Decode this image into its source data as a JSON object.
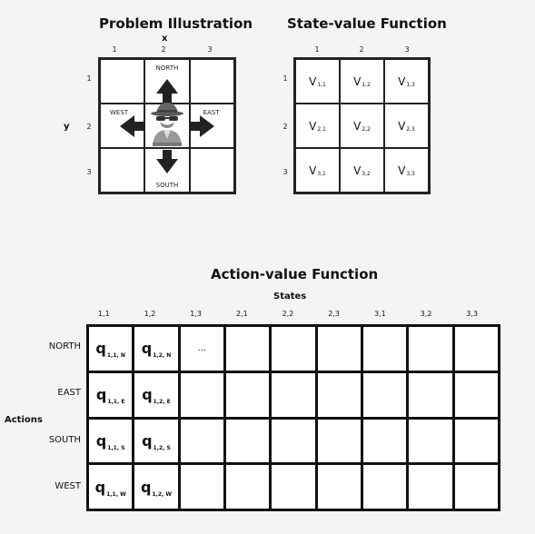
{
  "problem": {
    "title": "Problem Illustration",
    "x_label": "x",
    "y_label": "y",
    "col_ticks": [
      "1",
      "2",
      "3"
    ],
    "row_ticks": [
      "1",
      "2",
      "3"
    ],
    "directions": {
      "north": "NORTH",
      "south": "SOUTH",
      "east": "EAST",
      "west": "WEST"
    },
    "agent_icon": "spy-icon"
  },
  "state_value": {
    "title": "State-value Function",
    "col_ticks": [
      "1",
      "2",
      "3"
    ],
    "row_ticks": [
      "1",
      "2",
      "3"
    ],
    "cells": [
      {
        "sym": "V",
        "sub": "1,1"
      },
      {
        "sym": "V",
        "sub": "1,2"
      },
      {
        "sym": "V",
        "sub": "1,3"
      },
      {
        "sym": "V",
        "sub": "2,1"
      },
      {
        "sym": "V",
        "sub": "2,2"
      },
      {
        "sym": "V",
        "sub": "2,3"
      },
      {
        "sym": "V",
        "sub": "3,1"
      },
      {
        "sym": "V",
        "sub": "3,2"
      },
      {
        "sym": "V",
        "sub": "3,3"
      }
    ]
  },
  "action_value": {
    "title": "Action-value Function",
    "states_label": "States",
    "actions_label": "Actions",
    "states": [
      "1,1",
      "1,2",
      "1,3",
      "2,1",
      "2,2",
      "2,3",
      "3,1",
      "3,2",
      "3,3"
    ],
    "actions": [
      "NORTH",
      "EAST",
      "SOUTH",
      "WEST"
    ],
    "cells": [
      [
        {
          "sym": "q",
          "sub": "1,1, N"
        },
        {
          "sym": "q",
          "sub": "1,2, N"
        },
        {
          "text": "..."
        }
      ],
      [
        {
          "sym": "q",
          "sub": "1,1, E"
        },
        {
          "sym": "q",
          "sub": "1,2, E"
        }
      ],
      [
        {
          "sym": "q",
          "sub": "1,1, S"
        },
        {
          "sym": "q",
          "sub": "1,2, S"
        }
      ],
      [
        {
          "sym": "q",
          "sub": "1,1, W"
        },
        {
          "sym": "q",
          "sub": "1,2, W"
        }
      ]
    ]
  }
}
